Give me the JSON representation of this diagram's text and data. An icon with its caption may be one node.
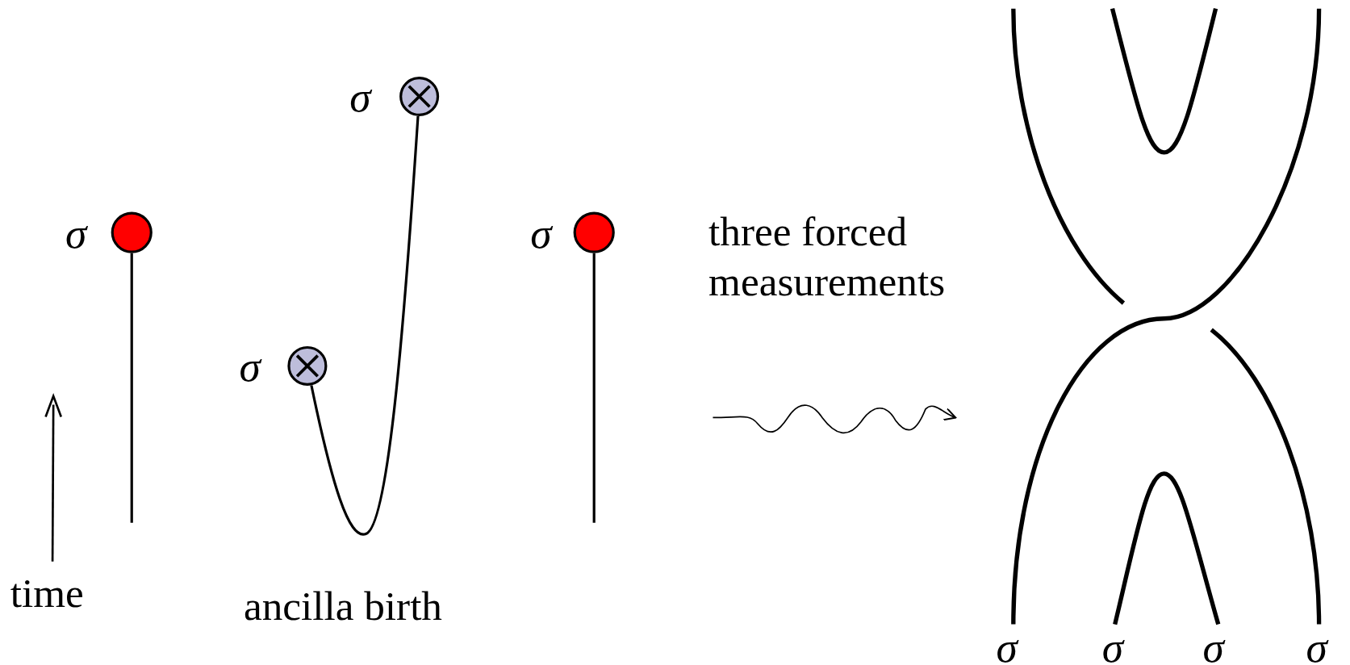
{
  "diagram": {
    "nodes": [
      {
        "text": [],
        "shape": "circle",
        "beside": [
          "σ"
        ]
      },
      {
        "text": [],
        "shape": "circle",
        "beside": [
          "σ"
        ]
      },
      {
        "text": [],
        "shape": "circle",
        "beside": [
          "σ"
        ]
      },
      {
        "text": [],
        "shape": "circle",
        "beside": [
          "σ"
        ]
      }
    ],
    "edges": [
      {
        "from": null,
        "to": 0,
        "arrow": "none"
      },
      {
        "from": 1,
        "to": 2,
        "arrow": "none"
      },
      {
        "from": null,
        "to": 3,
        "arrow": "none"
      }
    ],
    "labels": [
      "time",
      "ancilla birth",
      "three forced measurements",
      "σ",
      "σ",
      "σ",
      "σ"
    ]
  }
}
